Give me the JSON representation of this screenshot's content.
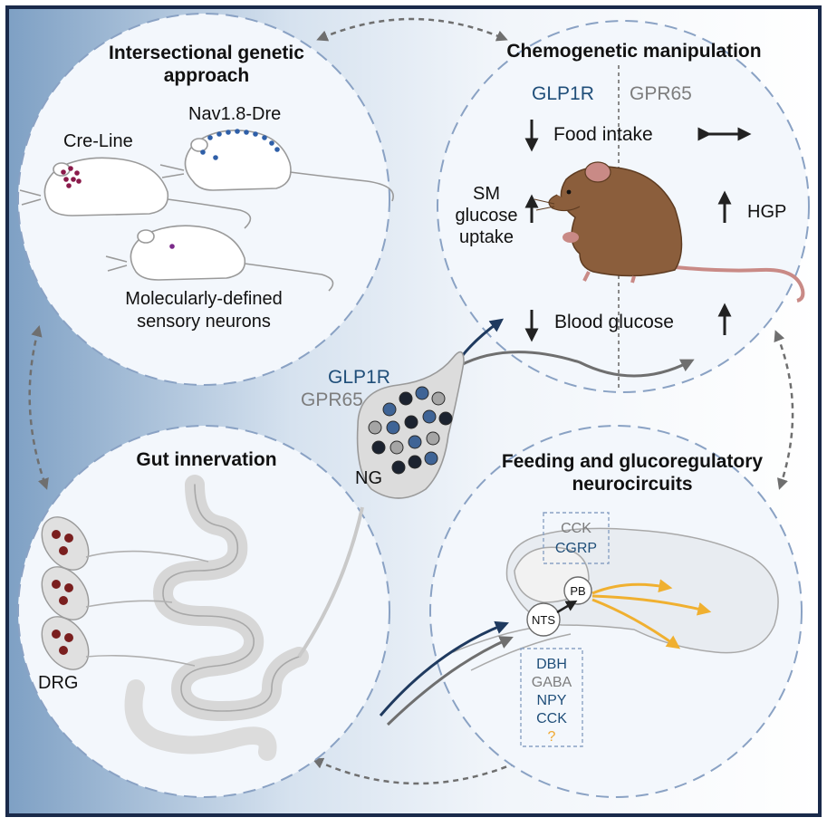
{
  "panels": {
    "genetic": {
      "title_line1": "Intersectional genetic",
      "title_line2": "approach",
      "cre_line": "Cre-Line",
      "dre_line": "Nav1.8-Dre",
      "neurons_line1": "Molecularly-defined",
      "neurons_line2": "sensory neurons"
    },
    "chemo": {
      "title": "Chemogenetic manipulation",
      "receptor_left": "GLP1R",
      "receptor_right": "GPR65",
      "food_intake": "Food intake",
      "sm_line1": "SM",
      "sm_line2": "glucose",
      "sm_line3": "uptake",
      "hgp": "HGP",
      "blood_glucose": "Blood glucose"
    },
    "gut": {
      "title": "Gut innervation",
      "drg": "DRG"
    },
    "circuits": {
      "title_line1": "Feeding and glucoregulatory",
      "title_line2": "neurocircuits",
      "pb_markers": [
        "CCK",
        "CGRP"
      ],
      "pb": "PB",
      "nts": "NTS",
      "nts_markers": [
        "DBH",
        "GABA",
        "NPY",
        "CCK",
        "?"
      ]
    }
  },
  "ganglion": {
    "receptor_1": "GLP1R",
    "receptor_2": "GPR65",
    "label": "NG"
  },
  "colors": {
    "glp1r": "#1f4e79",
    "gpr65": "#7d7d7d",
    "question": "#f0a830",
    "pathway_arrow": "#f0b030",
    "dre_dots": "#2f5fa8",
    "cre_dots": "#8a1a4a",
    "drg_cell": "#7a1f1f",
    "mouse_fur": "#8b5e3c"
  }
}
